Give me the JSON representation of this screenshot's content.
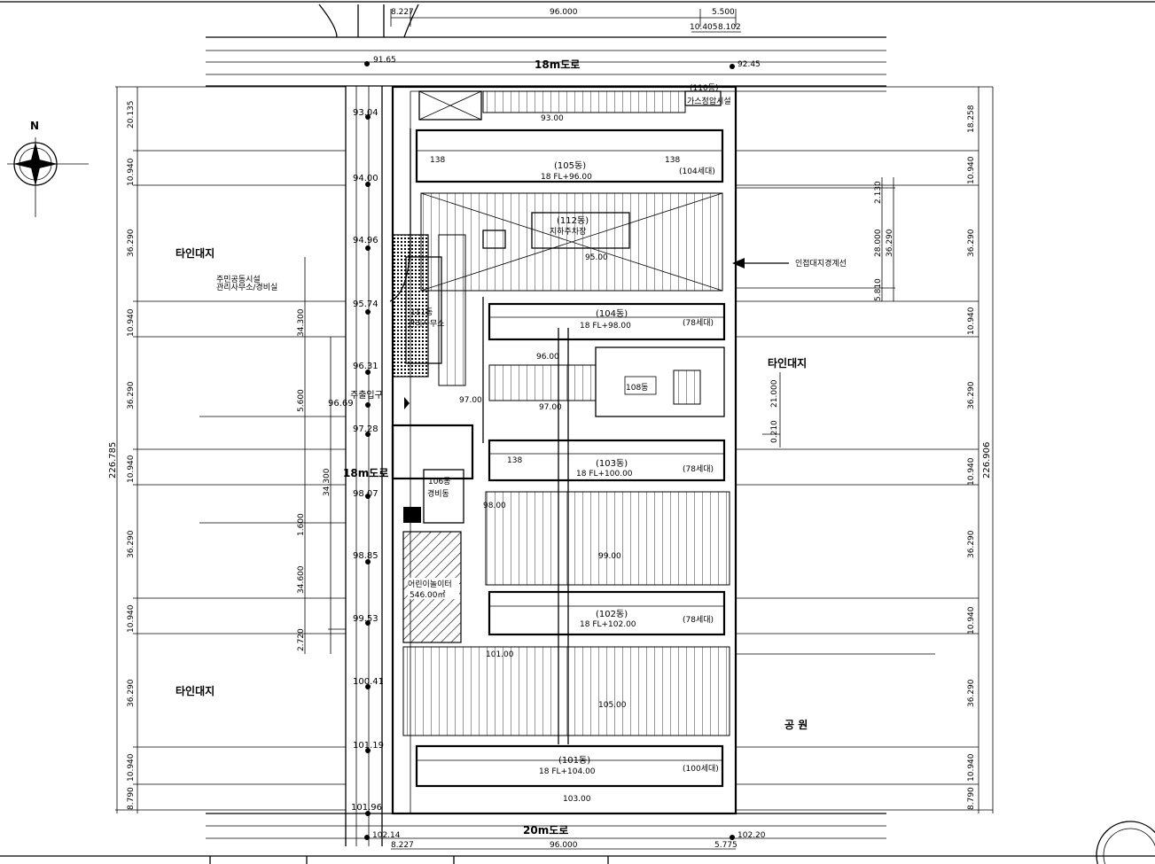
{
  "compass": {
    "north_label": "N"
  },
  "top_dims": {
    "left": "8.227",
    "main": "96.000",
    "right": "5.500",
    "sub1": "10.405",
    "sub2": "8.102"
  },
  "bottom_dims": {
    "left": "8.227",
    "main": "96.000",
    "right": "5.775"
  },
  "roads": {
    "north": "18m도로",
    "west": "18m도로",
    "south": "20m도로"
  },
  "top_levels": {
    "left": "91.65",
    "right": "92.45"
  },
  "bottom_levels": {
    "left": "102.14",
    "right": "102.20"
  },
  "west_levels": [
    "93.04",
    "94.00",
    "94.96",
    "95.74",
    "96.31",
    "96.69",
    "97.28",
    "98.07",
    "98.85",
    "99.53",
    "100.41",
    "101.19",
    "101.96"
  ],
  "left_dims": [
    "20.135",
    "10.940",
    "36.290",
    "10.940",
    "36.290",
    "10.940",
    "36.290",
    "10.940",
    "36.290",
    "10.940",
    "8.790"
  ],
  "left_total": "226.785",
  "right_dims": [
    "18.258",
    "10.940",
    "36.290",
    "10.940",
    "36.290",
    "10.940",
    "36.290",
    "10.940",
    "36.290",
    "10.940",
    "8.790"
  ],
  "right_total": "226.906",
  "neighbor_labels": [
    "타인대지",
    "타인대지",
    "타인대지"
  ],
  "park_label": "공 원",
  "boundary_label": "인접대지경계선",
  "entrance_label": "주출입구",
  "small_notes": [
    "주민공동시설",
    "관리사무소/경비실"
  ],
  "east_dims": {
    "d1": "2.130",
    "d2": "28.000",
    "d3": "36.290",
    "d4": "5.810"
  },
  "mid_dims": {
    "d1": "21.000",
    "d2": "0.210"
  },
  "west_vert_dims": [
    "34.300",
    "5.600",
    "34.300",
    "1.600",
    "34.600",
    "2.720"
  ],
  "buildings": [
    {
      "name": "(105동)",
      "floors": "18 FL+96.00",
      "units": "(104세대)"
    },
    {
      "name": "(104동)",
      "floors": "18 FL+98.00",
      "units": "(78세대)"
    },
    {
      "name": "(103동)",
      "floors": "18 FL+100.00",
      "units": "(78세대)"
    },
    {
      "name": "(102동)",
      "floors": "18 FL+102.00",
      "units": "(78세대)"
    },
    {
      "name": "(101동)",
      "floors": "18 FL+104.00",
      "units": "(100세대)"
    }
  ],
  "facilities": {
    "parking_building": "(112동)",
    "parking_sub": "지하주차장",
    "facility_111": "111동",
    "facility_111_sub": "관리사무소",
    "facility_106": "106동",
    "facility_106_sub": "경비동",
    "facility_108": "108동",
    "playground": "어린이놀이터",
    "playground_area": "546.00㎡",
    "gas": "(110동)",
    "gas_sub": "가스정압시설"
  },
  "unit_tags": [
    "138",
    "138",
    "138"
  ],
  "internal_levels": [
    "93.00",
    "95.00",
    "96.00",
    "97.00",
    "97.00",
    "98.00",
    "99.00",
    "101.00",
    "103.00",
    "105.00"
  ]
}
